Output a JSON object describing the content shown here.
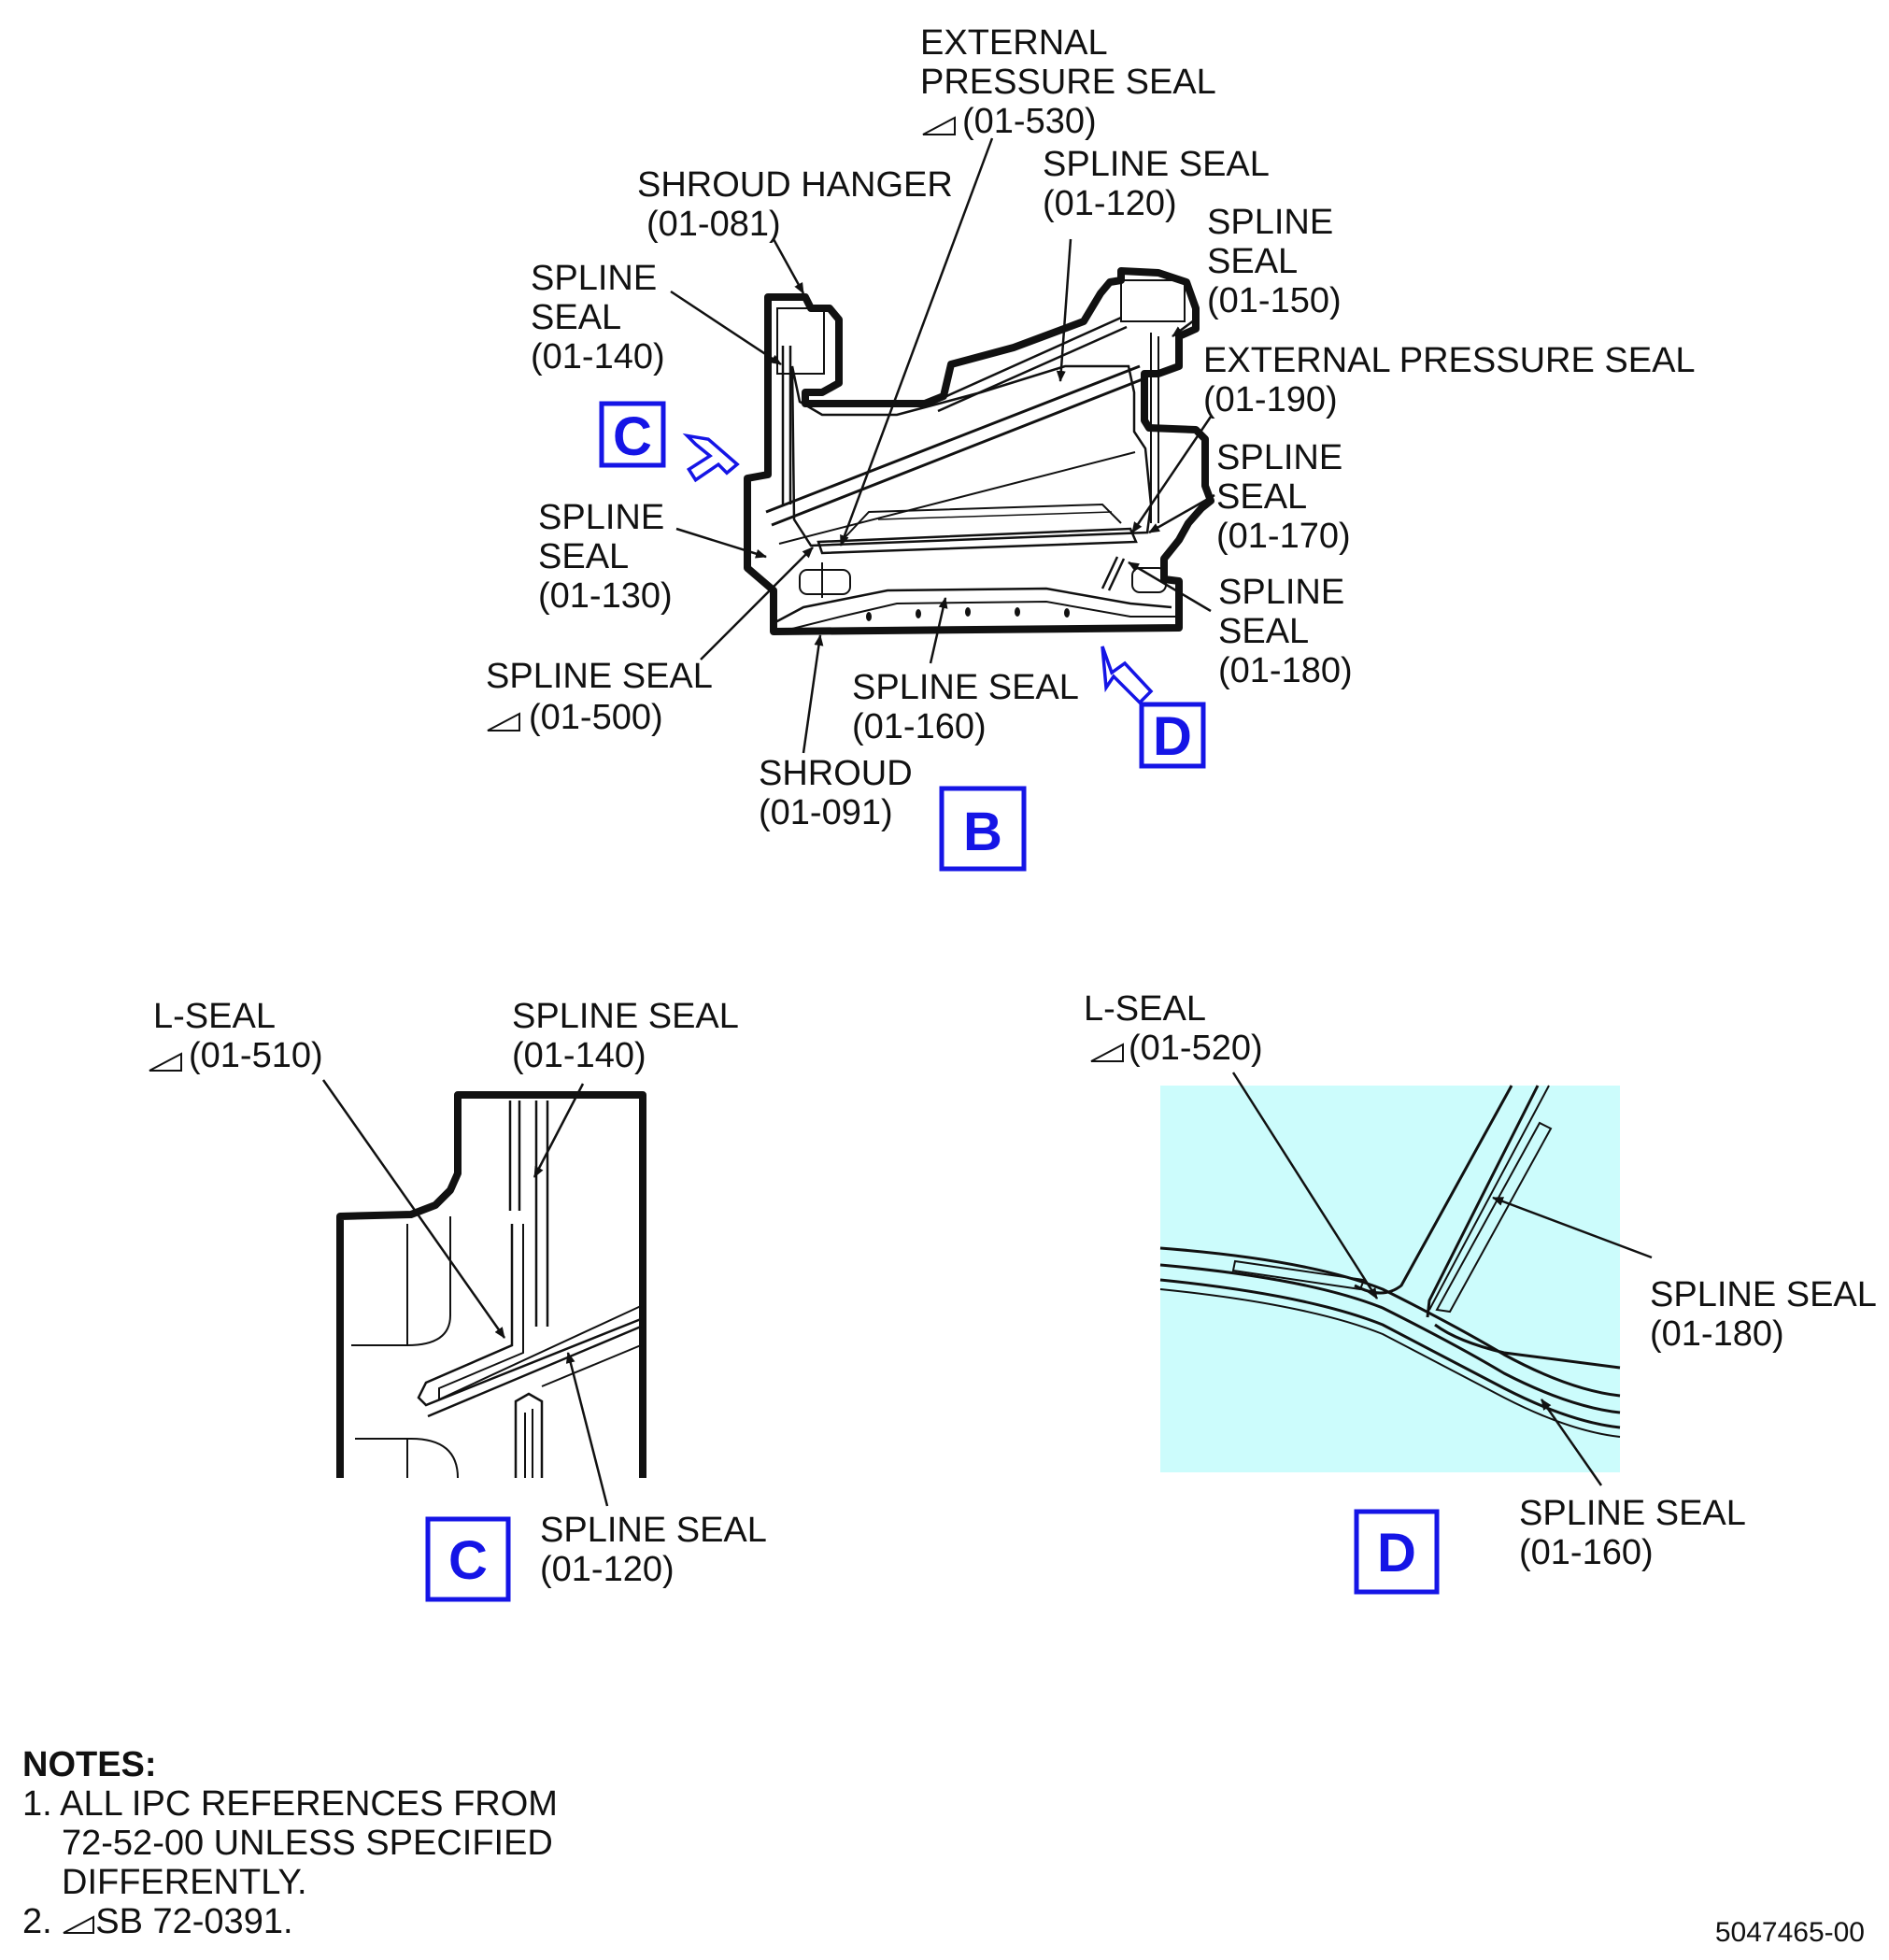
{
  "labels": {
    "ext_seal_530": [
      "EXTERNAL",
      "PRESSURE SEAL",
      "(01-530)"
    ],
    "spline_120_top": [
      "SPLINE SEAL",
      "(01-120)"
    ],
    "shroud_hanger": [
      "SHROUD HANGER",
      "(01-081)"
    ],
    "spline_150": [
      "SPLINE",
      "SEAL",
      "(01-150)"
    ],
    "spline_140_top": [
      "SPLINE",
      "SEAL",
      "(01-140)"
    ],
    "ext_seal_190": [
      "EXTERNAL PRESSURE SEAL",
      "(01-190)"
    ],
    "spline_170": [
      "SPLINE",
      "SEAL",
      "(01-170)"
    ],
    "spline_130": [
      "SPLINE",
      "SEAL",
      "(01-130)"
    ],
    "spline_180_top": [
      "SPLINE",
      "SEAL",
      "(01-180)"
    ],
    "spline_500": [
      "SPLINE SEAL",
      "(01-500)"
    ],
    "spline_160_top": [
      "SPLINE SEAL",
      "(01-160)"
    ],
    "shroud": [
      "SHROUD",
      "(01-091)"
    ],
    "lseal_510": [
      "L-SEAL",
      "(01-510)"
    ],
    "spline_140_c": [
      "SPLINE SEAL",
      "(01-140)"
    ],
    "spline_120_c": [
      "SPLINE SEAL",
      "(01-120)"
    ],
    "lseal_520": [
      "L-SEAL",
      "(01-520)"
    ],
    "spline_180_d": [
      "SPLINE SEAL",
      "(01-180)"
    ],
    "spline_160_d": [
      "SPLINE SEAL",
      "(01-160)"
    ]
  },
  "view_tags": {
    "c_arrow": "C",
    "d_arrow": "D",
    "view_b": "B",
    "view_c": "C",
    "view_d": "D"
  },
  "notes": {
    "heading": "NOTES:",
    "note1_line1": "1. ALL IPC REFERENCES FROM",
    "note1_line2": "72-52-00 UNLESS SPECIFIED",
    "note1_line3": "DIFFERENTLY.",
    "note2_prefix": "2. ",
    "note2_text": "SB 72-0391."
  },
  "document_number": "5047465-00",
  "colors": {
    "view_tag": "#1515e6",
    "detail_d_fill": "#ccfcfc",
    "line": "#111111"
  }
}
